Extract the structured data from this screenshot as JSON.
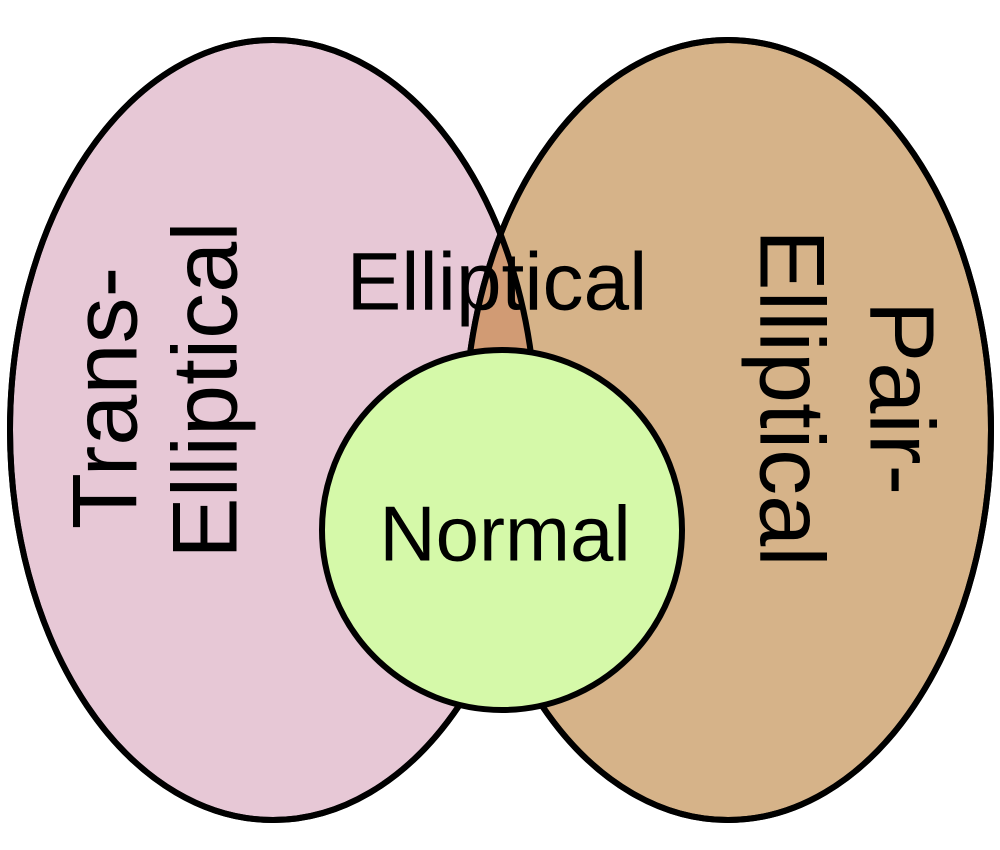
{
  "diagram": {
    "type": "venn",
    "sets": {
      "trans_elliptical": {
        "line1": "Trans-",
        "line2": "Elliptical",
        "fill": "#e7c8d6"
      },
      "pair_elliptical": {
        "line1": "Pair-",
        "line2": "Elliptical",
        "fill": "#d6b389"
      },
      "elliptical": {
        "label": "Elliptical",
        "fill": "#d19b74"
      },
      "normal": {
        "label": "Normal",
        "fill": "#d5f9a9"
      }
    },
    "stroke": "#000000"
  }
}
